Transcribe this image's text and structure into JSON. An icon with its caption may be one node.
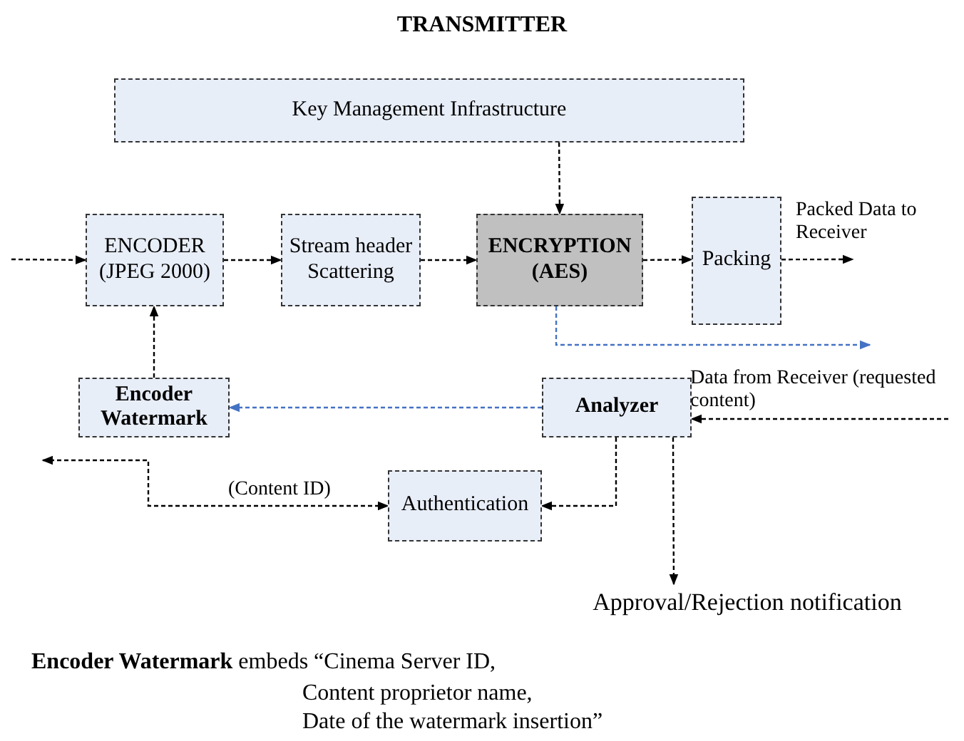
{
  "diagram": {
    "title": "TRANSMITTER",
    "nodes": [
      {
        "text": [
          "Key Management Infrastructure"
        ]
      },
      {
        "text": [
          "ENCODER (JPEG 2000)"
        ]
      },
      {
        "text": [
          "Stream header Scattering"
        ]
      },
      {
        "text": [
          "ENCRYPTION (AES)"
        ]
      },
      {
        "text": [
          "Packing"
        ]
      },
      {
        "text": [
          "Encoder Watermark"
        ]
      },
      {
        "text": [
          "Analyzer"
        ]
      },
      {
        "text": [
          "Authentication"
        ]
      },
      {
        "text": [
          "Approval/Rejection notification"
        ]
      }
    ],
    "edges": [
      {
        "from": null,
        "to": 1,
        "arrow": "to",
        "style": "dashed"
      },
      {
        "from": 1,
        "to": 2,
        "arrow": "to",
        "style": "dashed"
      },
      {
        "from": 2,
        "to": 3,
        "arrow": "to",
        "style": "dashed"
      },
      {
        "from": 3,
        "to": 4,
        "arrow": "to",
        "style": "dashed"
      },
      {
        "from": 0,
        "to": 3,
        "arrow": "to",
        "style": "dashed"
      },
      {
        "from": 4,
        "to": null,
        "arrow": "to",
        "style": "dashed",
        "label": "Packed Data to Receiver"
      },
      {
        "from": 3,
        "to": null,
        "arrow": "to",
        "style": "dashed",
        "color": "#4472c4"
      },
      {
        "from": 5,
        "to": 1,
        "arrow": "to",
        "style": "dashed"
      },
      {
        "from": 6,
        "to": 5,
        "arrow": "to",
        "style": "dashed",
        "color": "#4472c4"
      },
      {
        "from": null,
        "to": 6,
        "arrow": "to",
        "style": "dashed",
        "label": "Data from Receiver (requested content)"
      },
      {
        "from": 6,
        "to": 7,
        "arrow": "to",
        "style": "dashed"
      },
      {
        "from": null,
        "to": 7,
        "arrow": "both",
        "style": "dashed",
        "label": "(Content ID)"
      },
      {
        "from": 6,
        "to": 8,
        "arrow": "to",
        "style": "dashed"
      }
    ],
    "labels": [
      "**Encoder Watermark** embeds “Cinema Server ID,",
      "Content proprietor name,",
      "Date of the watermark insertion”"
    ]
  }
}
